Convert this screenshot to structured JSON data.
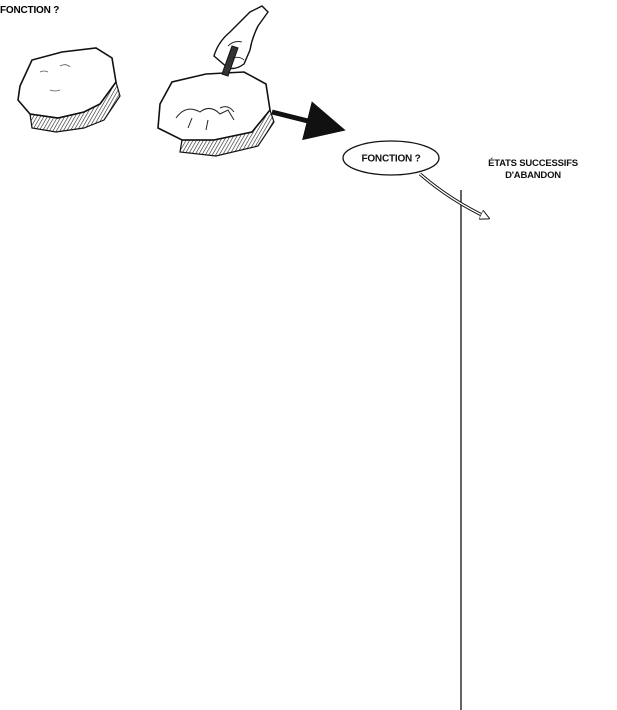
{
  "labels": {
    "function_question_1": "FONCTION ?",
    "function_question_2": "FONCTION ?",
    "column_title_line1": "ÉTATS SUCCESSIFS",
    "column_title_line2": "D'ABANDON"
  },
  "colors": {
    "ink": "#111111",
    "rock_fill": "#ffffff",
    "rock_shadow": "#3a3a3a",
    "smudge": "#555555",
    "hollow_arrow": "#ffffff"
  },
  "icons": [
    "hand-with-engraving-tool-icon",
    "smoke-icon",
    "fire-icon",
    "rock-fragment-icon"
  ]
}
